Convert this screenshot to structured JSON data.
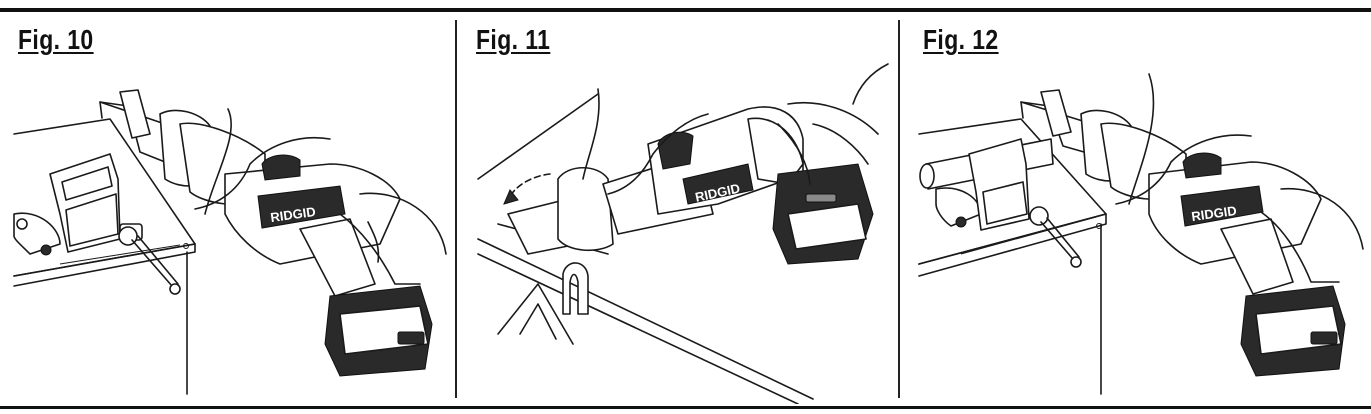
{
  "figures": [
    {
      "label": "Fig. 10",
      "brand": "RIDGID"
    },
    {
      "label": "Fig. 11",
      "brand": "RIDGID"
    },
    {
      "label": "Fig. 12",
      "brand": "RIDGID"
    }
  ]
}
